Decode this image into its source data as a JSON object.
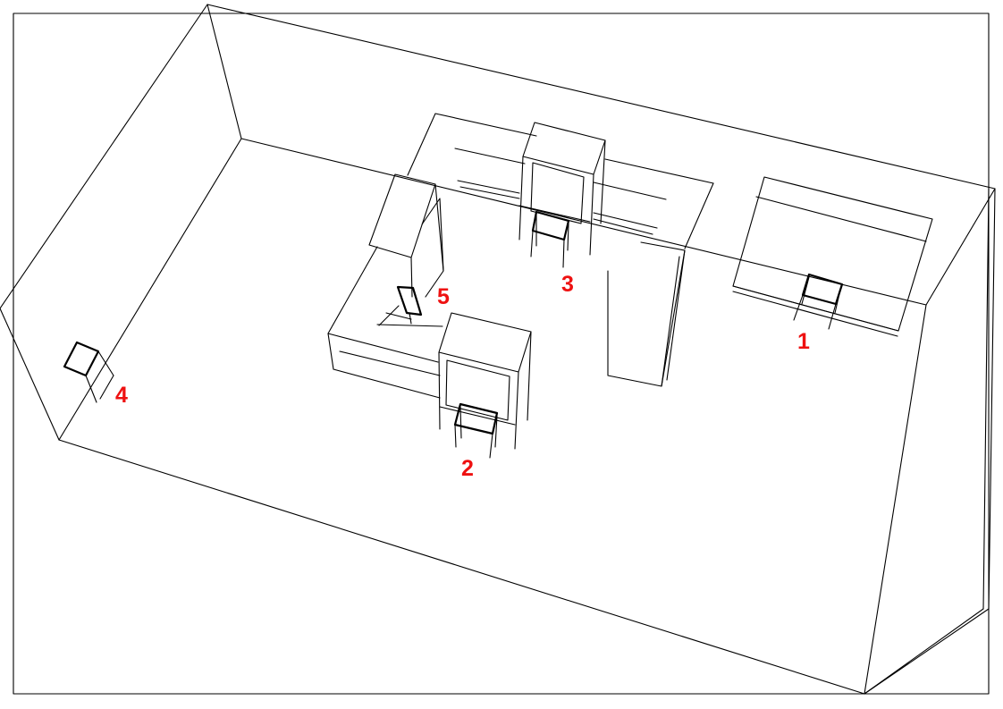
{
  "labels": {
    "station_1": "1",
    "station_2": "2",
    "station_3": "3",
    "station_4": "4",
    "station_5": "5"
  },
  "colors": {
    "label": "#ee1111",
    "line": "#000000",
    "background": "#ffffff"
  }
}
